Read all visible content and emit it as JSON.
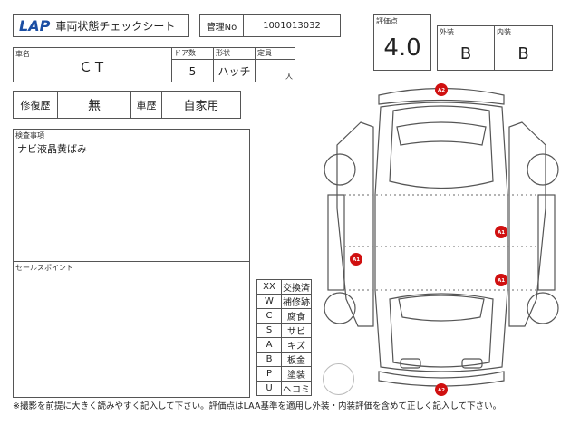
{
  "header": {
    "logo": "LAP",
    "title": "車両状態チェックシート",
    "mgmt_label": "管理No",
    "mgmt_no": "1001013032"
  },
  "car": {
    "name_label": "車名",
    "name": "ＣＴ",
    "doors_label": "ドア数",
    "doors": "5",
    "shape_label": "形状",
    "shape": "ハッチ",
    "capacity_label": "定員",
    "capacity_unit": "人"
  },
  "history": {
    "repair_label": "修復歴",
    "repair": "無",
    "usage_label": "車歴",
    "usage": "自家用"
  },
  "score": {
    "label": "評価点",
    "value": "4.0",
    "exterior_label": "外装",
    "exterior": "B",
    "interior_label": "内装",
    "interior": "B"
  },
  "inspection": {
    "label": "検査事項",
    "text": "ナビ液晶黄ばみ"
  },
  "sales": {
    "label": "セールスポイント",
    "text": ""
  },
  "legend": [
    [
      "XX",
      "交換済"
    ],
    [
      "W",
      "補修跡"
    ],
    [
      "C",
      "腐食"
    ],
    [
      "S",
      "サビ"
    ],
    [
      "A",
      "キズ"
    ],
    [
      "B",
      "板金"
    ],
    [
      "P",
      "塗装"
    ],
    [
      "U",
      "ヘコミ"
    ]
  ],
  "markers": [
    "A2",
    "A1",
    "A1",
    "A1",
    "A2"
  ],
  "marker_color": "#d01010",
  "footer": "※撮影を前提に大きく読みやすく記入して下さい。評価点はLAA基準を適用し外装・内装評価を含めて正しく記入して下さい。"
}
